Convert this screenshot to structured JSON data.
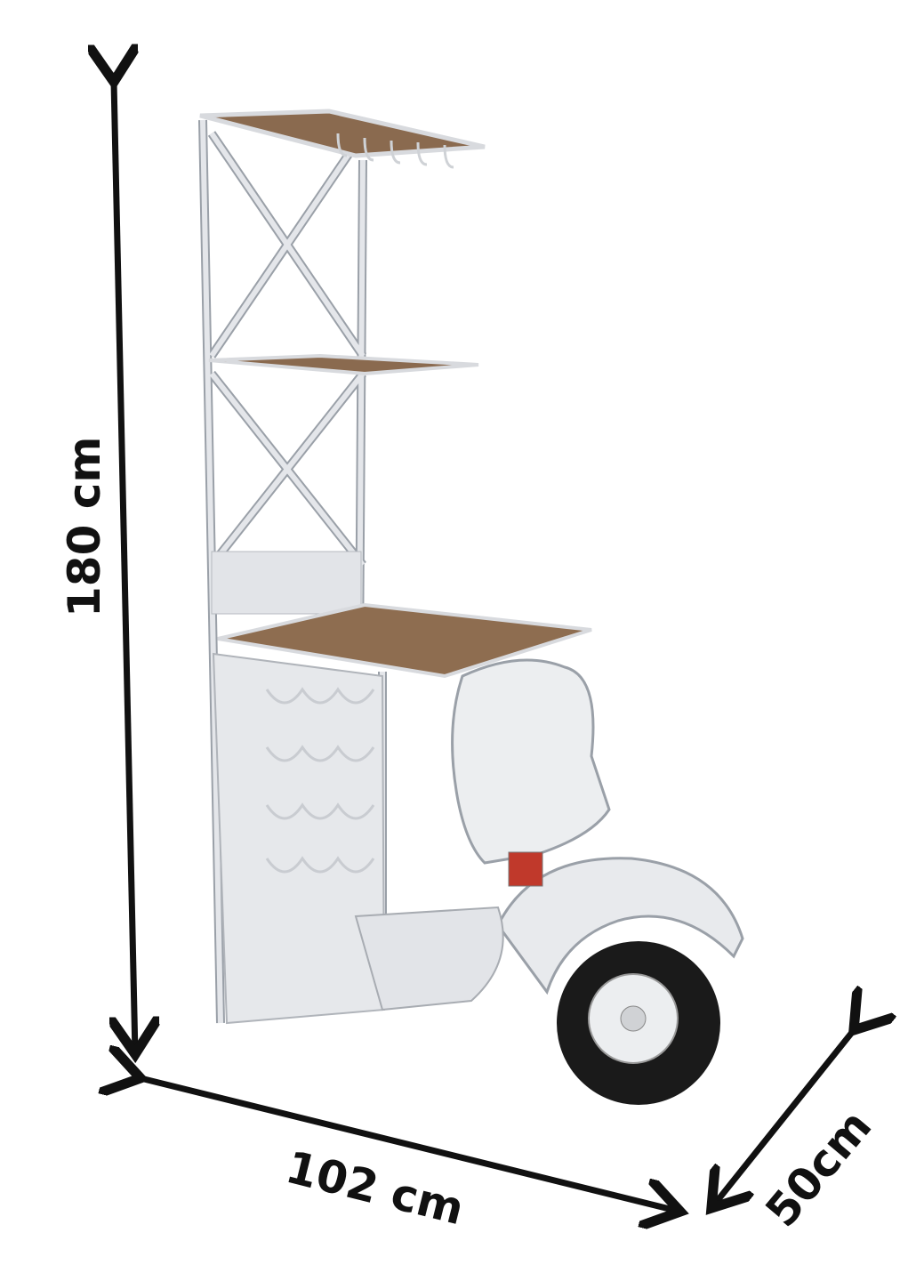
{
  "dimensions": {
    "height_label": "180 cm",
    "width_label": "102 cm",
    "depth_label": "50cm"
  },
  "colors": {
    "frame": "#e4e6ea",
    "frame_edge": "#9aa0a8",
    "wood": "#8a6a4f",
    "tyre": "#1a1a1a",
    "taillight": "#c0392b",
    "arrow": "#111111"
  }
}
